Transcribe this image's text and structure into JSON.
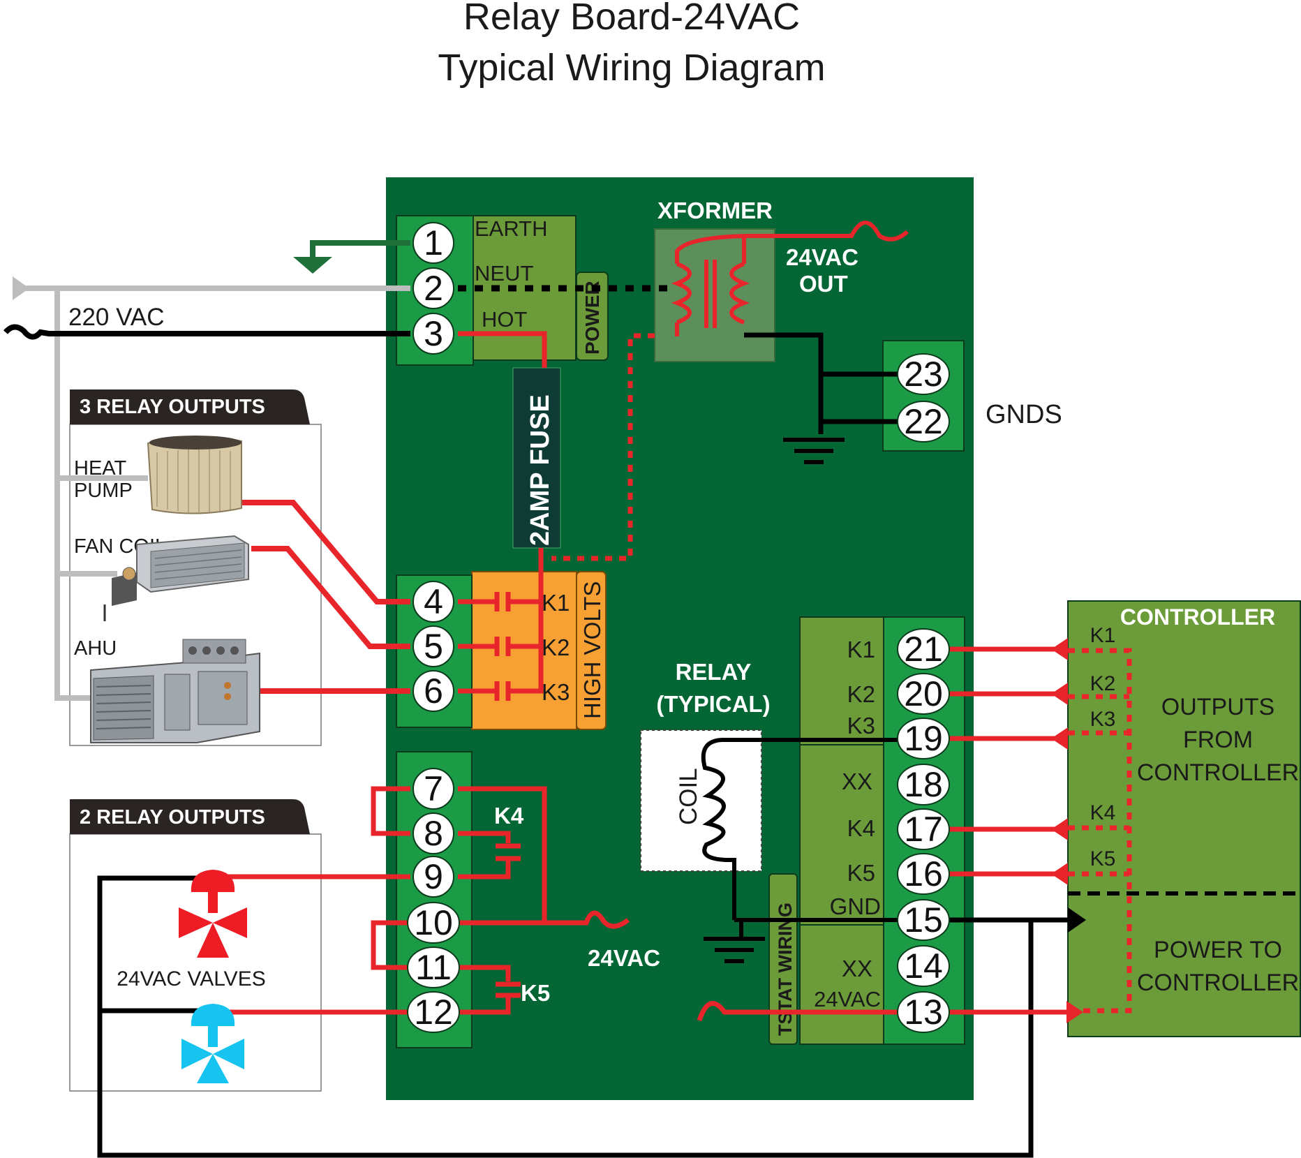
{
  "title": {
    "line1": "Relay Board-24VAC",
    "line2": "Typical Wiring Diagram"
  },
  "colors": {
    "board": "#046634",
    "terminal_block": "#1c9b47",
    "olive": "#6c9c3a",
    "relay_orange": "#f7a033",
    "red_wire": "#e8252b",
    "gray_wire": "#bdbdbd",
    "black_wire": "#000000",
    "earth_arrow": "#1e6f3a",
    "valve_red": "#ee1c25",
    "valve_blue": "#17c4f0",
    "fuse": "#0e3b33"
  },
  "icons": {
    "earth": "ground-arrow-icon",
    "neutral": "neutral-arrow-icon",
    "hot": "tilde-hot-icon",
    "ground": "ground-symbol-icon",
    "coil": "coil-icon",
    "transformer": "transformer-icon",
    "valve": "valve-icon"
  },
  "left_panel": {
    "supply_label": "220 VAC",
    "group1": {
      "header": "3 RELAY OUTPUTS",
      "devices": [
        "HEAT\nPUMP",
        "FAN COIL",
        "AHU"
      ],
      "device_line1": "HEAT",
      "device_line2": "PUMP",
      "device_fancoil": "FAN COIL",
      "device_ahu": "AHU"
    },
    "group2": {
      "header": "2 RELAY OUTPUTS",
      "valves_label": "24VAC VALVES"
    }
  },
  "power_block": {
    "terminals": [
      "1",
      "2",
      "3"
    ],
    "labels": [
      "EARTH",
      "NEUT",
      "HOT"
    ],
    "power_label": "POWER"
  },
  "fuse_label": "2AMP FUSE",
  "relay_block": {
    "terminals": [
      "4",
      "5",
      "6"
    ],
    "contacts": [
      "K1",
      "K2",
      "K3"
    ],
    "side_label": "HIGH VOLTS"
  },
  "k45_block": {
    "terminals": [
      "7",
      "8",
      "9",
      "10",
      "11",
      "12"
    ],
    "k4_label": "K4",
    "k5_label": "K5",
    "vac_label": "24VAC"
  },
  "transformer": {
    "label": "XFORMER",
    "out_line1": "24VAC",
    "out_line2": "OUT"
  },
  "gnd_block": {
    "terminals": [
      "23",
      "22"
    ],
    "label": "GNDS"
  },
  "relay_typical": {
    "line1": "RELAY",
    "line2": "(TYPICAL)",
    "coil_label": "COIL"
  },
  "tstat": {
    "label": "TSTAT WIRING",
    "rows": [
      {
        "label": "K1",
        "num": "21"
      },
      {
        "label": "K2",
        "num": "20"
      },
      {
        "label": "K3",
        "num": "19"
      },
      {
        "label": "XX",
        "num": "18"
      },
      {
        "label": "K4",
        "num": "17"
      },
      {
        "label": "K5",
        "num": "16"
      },
      {
        "label": "GND",
        "num": "15"
      },
      {
        "label": "XX",
        "num": "14"
      },
      {
        "label": "24VAC",
        "num": "13"
      }
    ]
  },
  "controller": {
    "title": "CONTROLLER",
    "outputs": [
      "K1",
      "K2",
      "K3",
      "K4",
      "K5"
    ],
    "outputs_line1": "OUTPUTS",
    "outputs_line2": "FROM",
    "outputs_line3": "CONTROLLER",
    "power_line1": "POWER TO",
    "power_line2": "CONTROLLER"
  }
}
